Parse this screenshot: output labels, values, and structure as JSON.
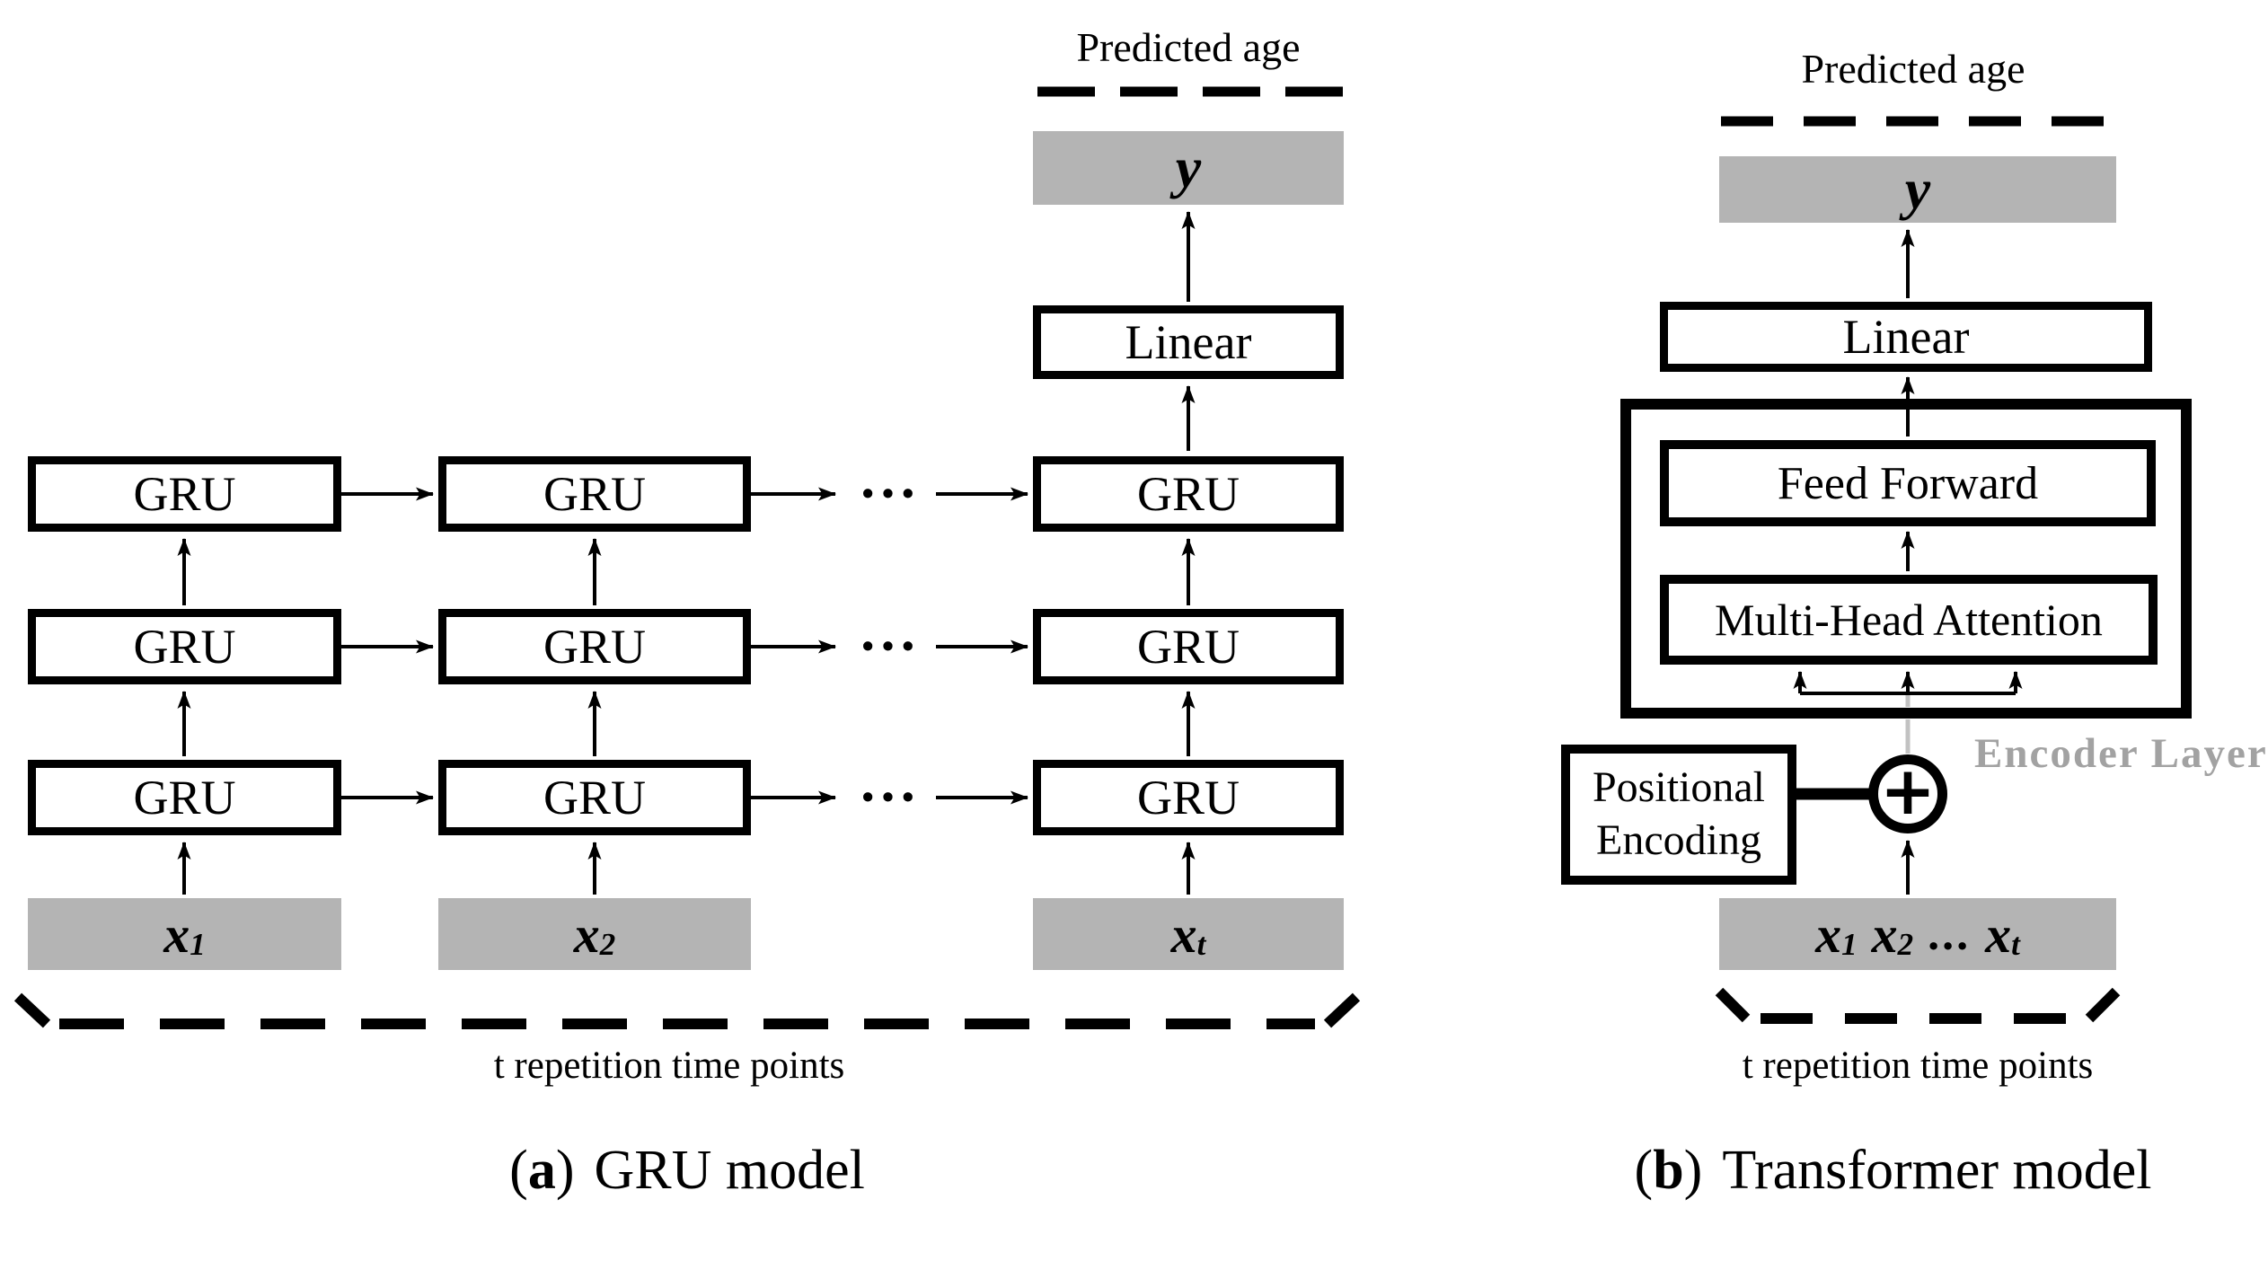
{
  "colors": {
    "background": "#ffffff",
    "ink": "#000000",
    "gray_box_fill": "#b4b4b4",
    "gray_label_text": "#a2a2a2",
    "gray_wire": "#c2c2c2"
  },
  "left": {
    "predicted_age": "Predicted age",
    "output_label": "y",
    "linear_label": "Linear",
    "gru_label": "GRU",
    "ellipsis": "•••",
    "inputs": [
      {
        "base": "x",
        "sub": "1"
      },
      {
        "base": "x",
        "sub": "2"
      },
      {
        "base": "x",
        "sub": "t"
      }
    ],
    "brace_label": "t repetition time points",
    "caption": {
      "open": "(",
      "letter": "a",
      "close": ")",
      "label": "GRU model"
    }
  },
  "right": {
    "predicted_age": "Predicted age",
    "output_label": "y",
    "linear_label": "Linear",
    "feed_forward_label": "Feed Forward",
    "mha_label": "Multi-Head Attention",
    "encoder_layer_label": "Encoder Layer",
    "positional": {
      "line1": "Positional",
      "line2": "Encoding"
    },
    "plus": "+",
    "tokens": {
      "t1b": "x",
      "t1s": "1",
      "t2b": "x",
      "t2s": "2",
      "dots": "...",
      "t3b": "x",
      "t3s": "t"
    },
    "brace_label": "t repetition time points",
    "caption": {
      "open": "(",
      "letter": "b",
      "close": ")",
      "label": "Transformer model"
    }
  }
}
